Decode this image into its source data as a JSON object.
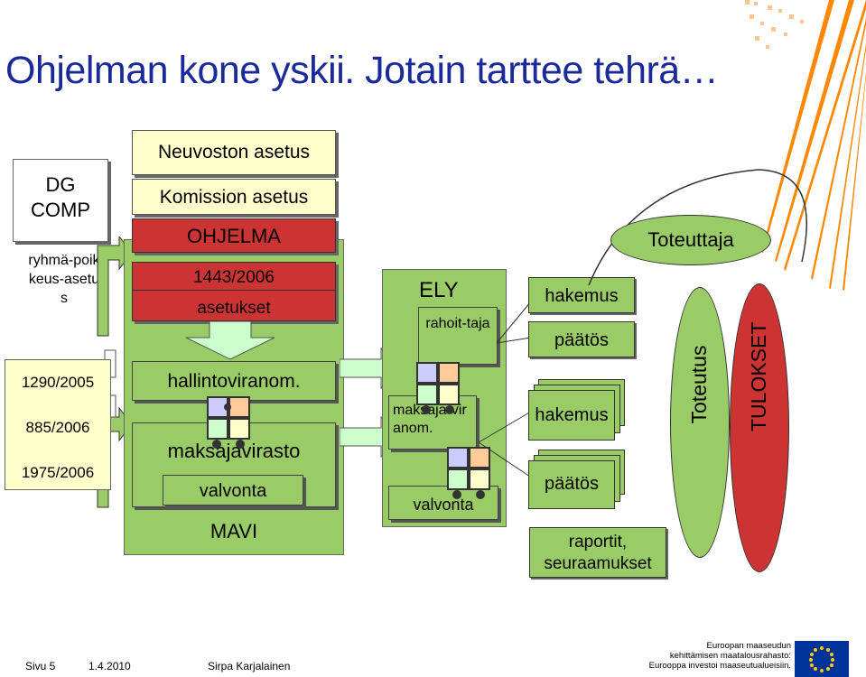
{
  "title": "Ohjelman kone yskii. Jotain tarttee tehrä…",
  "left_column": {
    "dg_comp": "DG COMP",
    "ryhma": "ryhmä-poikkeus-asetus",
    "regs": [
      "1290/2005",
      "885/2006",
      "1975/2006"
    ]
  },
  "stack": {
    "neuvoston": "Neuvoston asetus",
    "komission": "Komission asetus",
    "ohjelma": "OHJELMA",
    "asetus_no": "1443/2006",
    "asetukset": "asetukset"
  },
  "mavi": {
    "hallinto": "hallintoviranom.",
    "maksaja": "maksajavirasto",
    "valvonta": "valvonta",
    "label": "MAVI"
  },
  "ely": {
    "label": "ELY",
    "rahoittaja": "rahoit-taja",
    "maksaja": "maksaja-viranom.",
    "valvonta": "valvonta"
  },
  "flow": {
    "hakemus1": "hakemus",
    "paatos1": "päätös",
    "hakemus2": "hakemus",
    "paatos2": "päätös",
    "raportit": "raportit, seuraamukset"
  },
  "right": {
    "toteuttaja": "Toteuttaja",
    "toteutus": "Toteutus",
    "tulokset": "TULOKSET"
  },
  "footer": {
    "page": "Sivu 5",
    "date": "1.4.2010",
    "author": "Sirpa Karjalainen",
    "eu_line1": "Euroopan maaseudun",
    "eu_line2": "kehittämisen maatalousrahasto:",
    "eu_line3": "Eurooppa investoi maaseutualueisiin."
  },
  "colors": {
    "title": "#1a2a9a",
    "green": "#99cc66",
    "red_bar": "#cc3333",
    "cream": "#ffffcc",
    "orange": "#ff7700",
    "eu_blue": "#003399",
    "eu_star": "#ffcc00"
  }
}
